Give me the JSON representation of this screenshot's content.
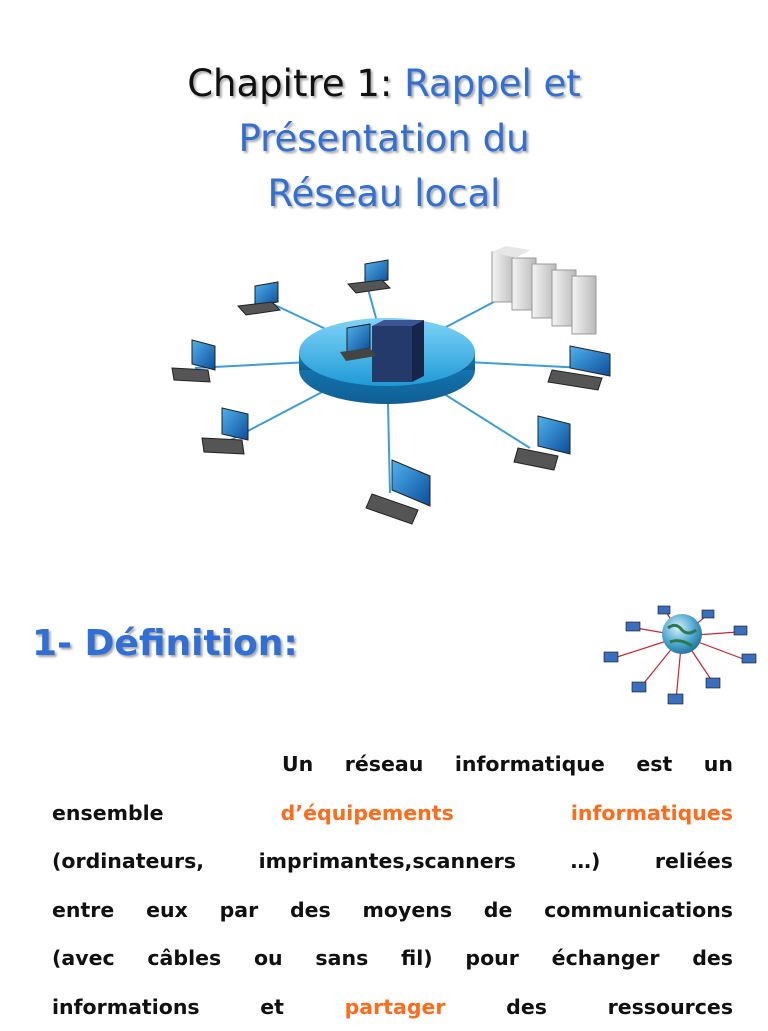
{
  "title": {
    "part_black": "Chapitre 1: ",
    "part_blue_1": "Rappel et",
    "line2": "Présentation du",
    "line3": "Réseau local"
  },
  "hero_image": {
    "icon": "lan-network-star-icon",
    "color_hub": "#2aa7e3"
  },
  "section": {
    "heading": "1- Définition:"
  },
  "mini_image": {
    "icon": "globe-network-icon"
  },
  "paragraph": {
    "l1": "Un réseau informatique est un",
    "l2_a": "ensemble",
    "l2_b": "d’équipements",
    "l2_c": "informatiques",
    "l3": "(ordinateurs, imprimantes,scanners …) reliées",
    "l4": "entre eux par des moyens de communications",
    "l5": "(avec câbles ou sans fil) pour échanger des",
    "l6_a": "informations",
    "l6_b": "et",
    "l6_c": "partager",
    "l6_d": "des",
    "l6_e": "ressources"
  },
  "colors": {
    "accent_blue": "#2f6fd6",
    "highlight_orange": "#ff6b1a"
  }
}
